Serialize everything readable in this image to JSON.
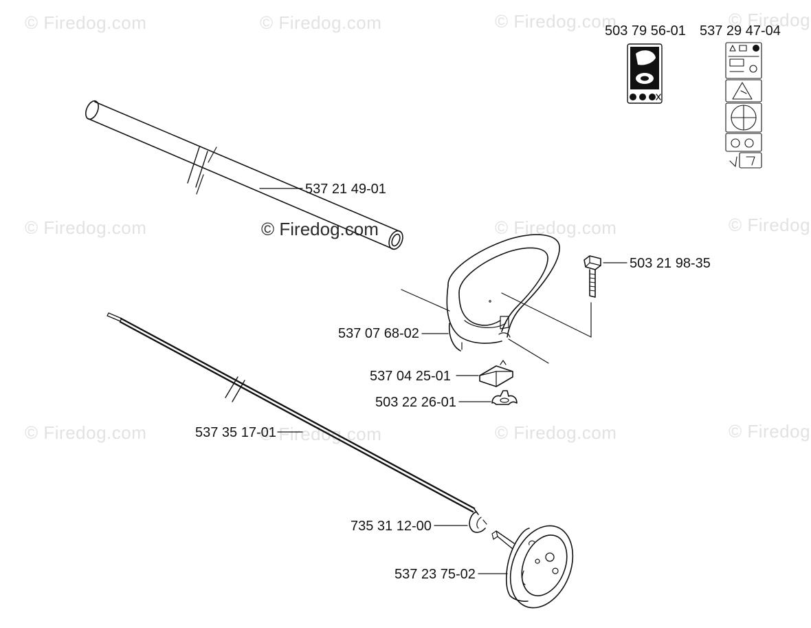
{
  "watermark": {
    "text": "© Firedog.com",
    "center_text": "© Firedog.com"
  },
  "decals": {
    "decal_a": "503 79 56-01",
    "decal_b": "537 29 47-04"
  },
  "parts": {
    "shaft_tube": "537 21 49-01",
    "bolt": "503 21 98-35",
    "handle": "537 07 68-02",
    "clamp": "537 04 25-01",
    "wing_nut": "503 22 26-01",
    "drive_shaft": "537 35 17-01",
    "retaining_clip": "735 31 12-00",
    "clutch_drum": "537 23 75-02"
  },
  "colors": {
    "line": "#111111",
    "watermark": "#e2e2e2"
  }
}
